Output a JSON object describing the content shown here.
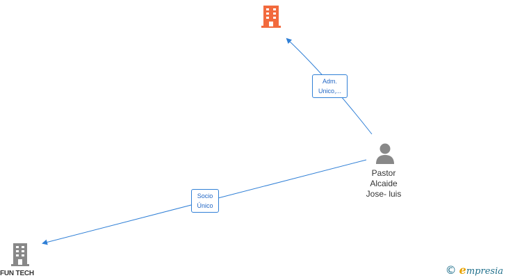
{
  "nodes": {
    "top_company": {
      "label": "",
      "icon": "building-icon",
      "color": "#f26a3d"
    },
    "person": {
      "label_lines": [
        "Pastor",
        "Alcaide",
        "Jose- luis"
      ],
      "icon": "person-icon",
      "color": "#888888"
    },
    "fun_tech": {
      "label": "FUN TECH",
      "icon": "building-icon",
      "color": "#888888"
    }
  },
  "edges": [
    {
      "from": "person",
      "to": "top_company",
      "label_lines": [
        "Adm.",
        "Unico,..."
      ],
      "color": "#2f7fd6"
    },
    {
      "from": "person",
      "to": "fun_tech",
      "label_lines": [
        "Socio",
        "Único"
      ],
      "color": "#2f7fd6"
    }
  ],
  "brand": {
    "copyright": "©",
    "initial": "e",
    "rest": "mpresia"
  }
}
